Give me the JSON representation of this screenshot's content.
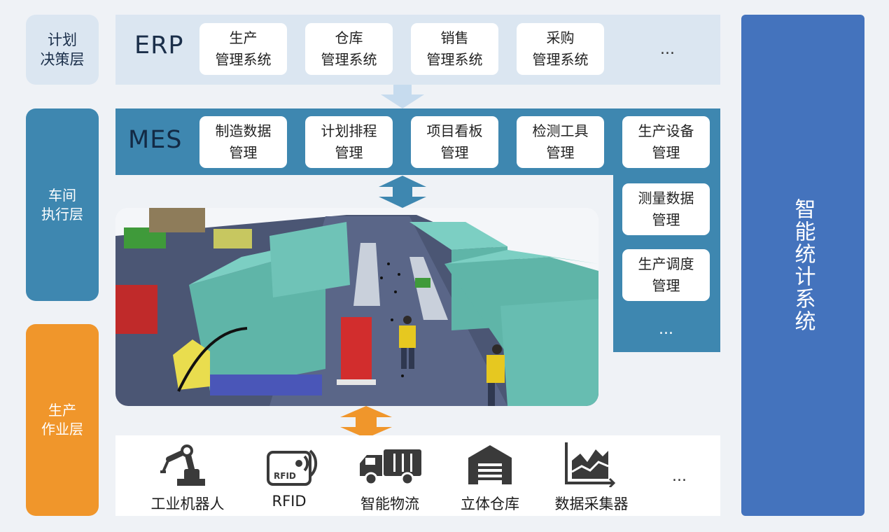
{
  "layers": {
    "decision": "计划\n决策层",
    "workshop": "车间\n执行层",
    "production": "生产\n作业层"
  },
  "erp": {
    "title": "ERP",
    "modules": [
      "生产\n管理系统",
      "仓库\n管理系统",
      "销售\n管理系统",
      "采购\n管理系统"
    ],
    "more": "..."
  },
  "mes": {
    "title": "MES",
    "modules_row": [
      "制造数据\n管理",
      "计划排程\n管理",
      "项目看板\n管理",
      "检测工具\n管理",
      "生产设备\n管理"
    ],
    "modules_side": [
      "测量数据\n管理",
      "生产调度\n管理"
    ],
    "more": "..."
  },
  "devices": {
    "items": [
      {
        "label": "工业机器人",
        "icon": "robot-arm-icon"
      },
      {
        "label": "RFID",
        "icon": "rfid-icon"
      },
      {
        "label": "智能物流",
        "icon": "truck-icon"
      },
      {
        "label": "立体仓库",
        "icon": "warehouse-icon"
      },
      {
        "label": "数据采集器",
        "icon": "data-chart-icon"
      }
    ],
    "more": "...",
    "rfid_icon_text": "RFID"
  },
  "stats_system": "智能统计系统",
  "colors": {
    "light_band": "#dbe6f1",
    "teal_band": "#3e87b0",
    "orange": "#f0962b",
    "blue_panel": "#4473bd",
    "arrow_light": "#c6dbee",
    "arrow_blue": "#3e87b0",
    "arrow_orange": "#f0962b"
  }
}
